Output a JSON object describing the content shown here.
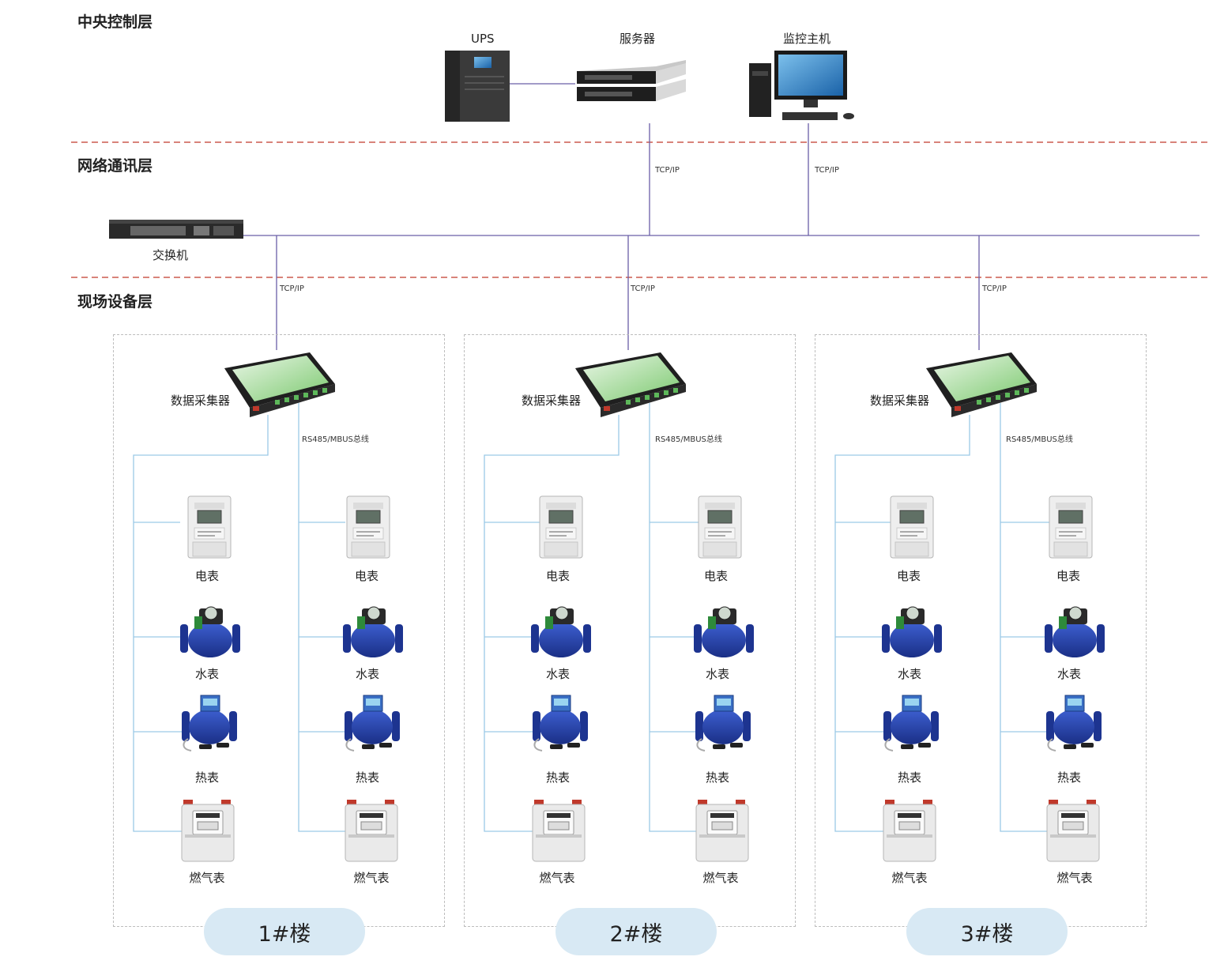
{
  "layers": {
    "central": "中央控制层",
    "network": "网络通讯层",
    "field": "现场设备层"
  },
  "central": {
    "ups": "UPS",
    "server": "服务器",
    "monitor": "监控主机"
  },
  "network": {
    "switch": "交换机",
    "protocol": "TCP/IP"
  },
  "field": {
    "collector": "数据采集器",
    "bus": "RS485/MBUS总线"
  },
  "meters": {
    "electric": "电表",
    "water": "水表",
    "heat": "热表",
    "gas": "燃气表"
  },
  "buildings": [
    "1#楼",
    "2#楼",
    "3#楼"
  ],
  "colors": {
    "layer_divider": "#c0392b",
    "network_line": "#6a5fa8",
    "bus_line": "#9cc9e6",
    "building_pill": "#d8e9f4",
    "meter_blue": "#1f3a9a"
  }
}
